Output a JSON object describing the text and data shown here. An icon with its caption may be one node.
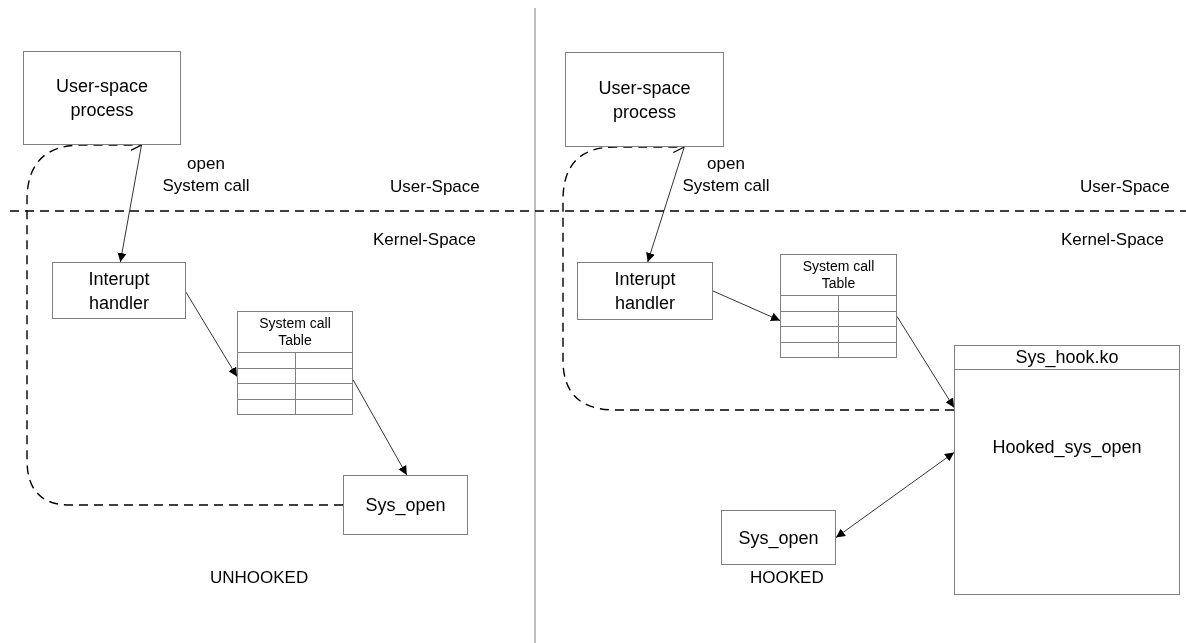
{
  "diagram": {
    "nodes": [
      {
        "text": [
          "User-space process"
        ]
      },
      {
        "text": [
          "Interupt handler"
        ]
      },
      {
        "text": [
          "System call Table"
        ]
      },
      {
        "text": [
          "Sys_open"
        ]
      },
      {
        "text": [
          "User-space process"
        ]
      },
      {
        "text": [
          "Interupt handler"
        ]
      },
      {
        "text": [
          "System call Table"
        ]
      },
      {
        "text": [
          "Sys_hook.ko",
          "Hooked_sys_open"
        ]
      },
      {
        "text": [
          "Sys_open"
        ]
      }
    ],
    "edges": [
      {
        "from": 0,
        "to": 1,
        "arrow": "to",
        "label": "open System call"
      },
      {
        "from": 1,
        "to": 2,
        "arrow": "to"
      },
      {
        "from": 2,
        "to": 3,
        "arrow": "to"
      },
      {
        "from": 3,
        "to": 0,
        "arrow": "to",
        "style": "dashed"
      },
      {
        "from": 4,
        "to": 5,
        "arrow": "to",
        "label": "open System call"
      },
      {
        "from": 5,
        "to": 6,
        "arrow": "to"
      },
      {
        "from": 6,
        "to": 7,
        "arrow": "to"
      },
      {
        "from": 7,
        "to": 4,
        "arrow": "to",
        "style": "dashed"
      },
      {
        "from": 8,
        "to": 7,
        "arrow": "both"
      }
    ],
    "labels": [
      "User-Space",
      "Kernel-Space",
      "UNHOOKED",
      "User-Space",
      "Kernel-Space",
      "HOOKED"
    ]
  }
}
